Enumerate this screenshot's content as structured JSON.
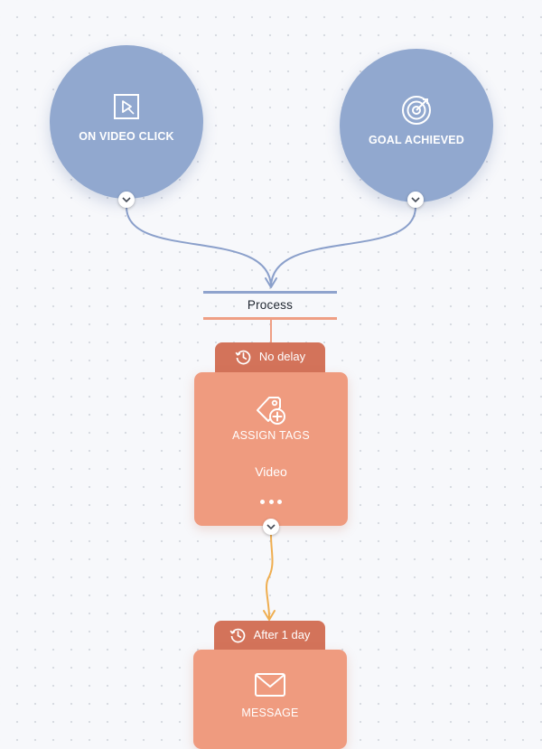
{
  "triggers": [
    {
      "label": "ON VIDEO CLICK",
      "icon": "video-play-icon"
    },
    {
      "label": "GOAL ACHIEVED",
      "icon": "target-icon"
    }
  ],
  "process": {
    "label": "Process"
  },
  "steps": [
    {
      "delay": "No delay",
      "delay_icon": "history-clock-icon",
      "title": "ASSIGN TAGS",
      "subtitle": "Video",
      "icon": "tag-add-icon",
      "menu_icon": "more-dots-icon"
    },
    {
      "delay": "After 1 day",
      "delay_icon": "history-clock-icon",
      "title": "MESSAGE",
      "icon": "envelope-icon"
    }
  ],
  "colors": {
    "trigger": "#91a8cf",
    "trigger_connector": "#8ba0cb",
    "process_top": "#8fa3cd",
    "process_bottom": "#ef9f84",
    "action_card": "#ef9b7f",
    "delay_tab": "#d3735a",
    "step_connector": "#efae50"
  }
}
